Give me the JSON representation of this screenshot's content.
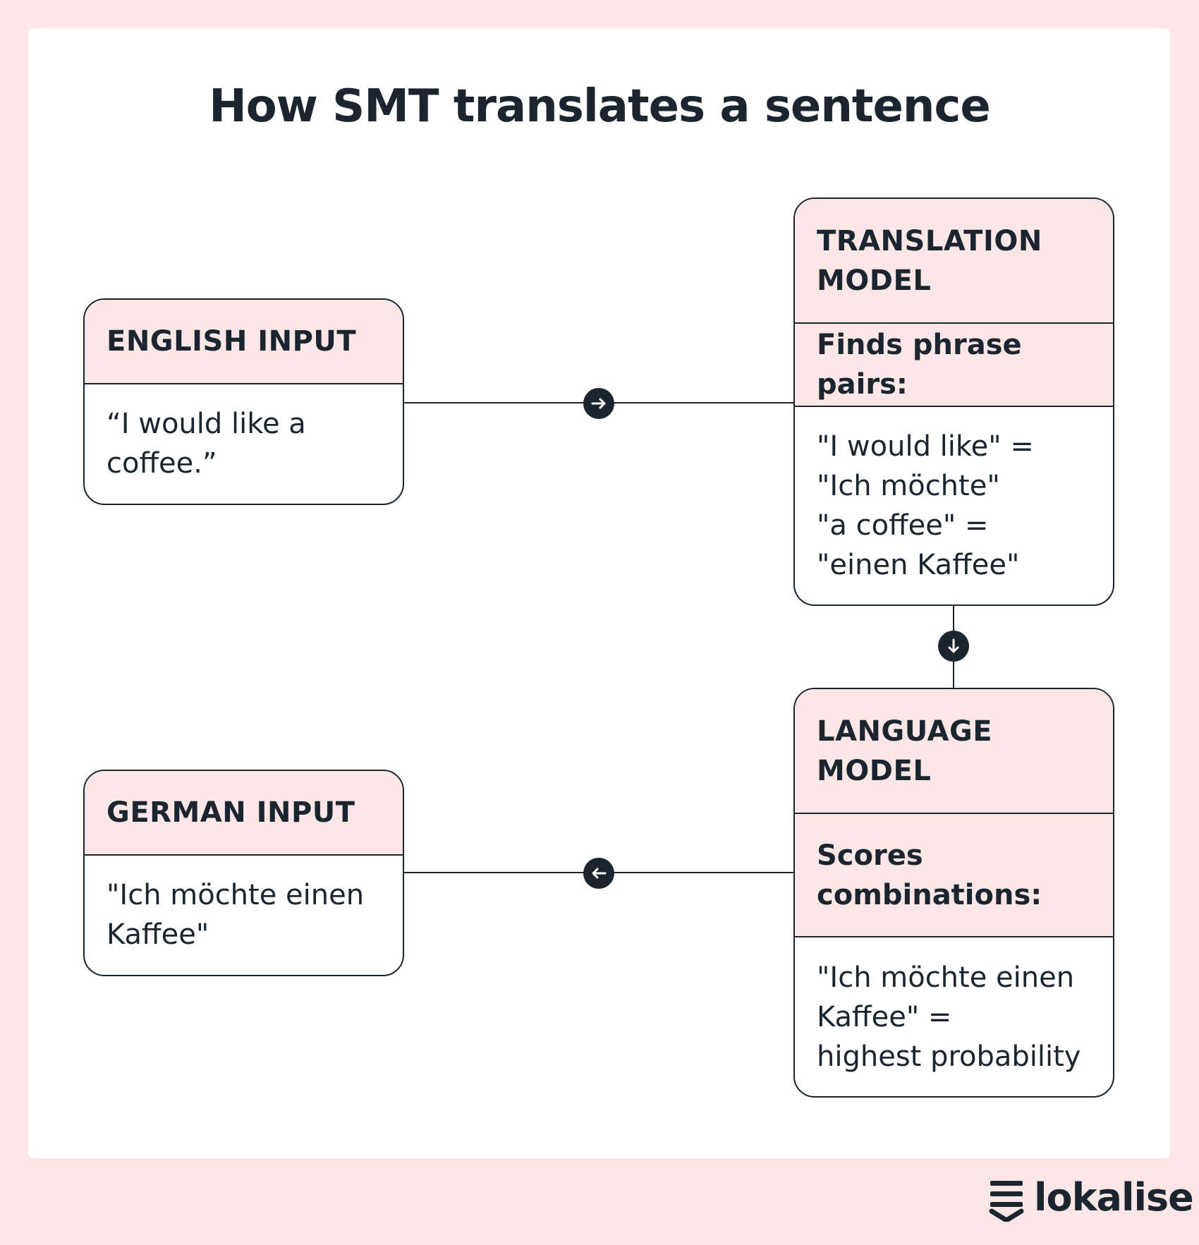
{
  "title": "How SMT translates a sentence",
  "english_input": {
    "heading": "ENGLISH INPUT",
    "line1": "“I would like a",
    "line2": "coffee.”"
  },
  "translation_model": {
    "heading_line1": "TRANSLATION",
    "heading_line2": "MODEL",
    "subheading": "Finds phrase pairs:",
    "lines": [
      "\"I would like\" =",
      "\"Ich möchte\"",
      "\"a coffee\" =",
      "\"einen Kaffee\""
    ]
  },
  "language_model": {
    "heading_line1": "LANGUAGE",
    "heading_line2": "MODEL",
    "subheading_line1": "Scores",
    "subheading_line2": "combinations:",
    "lines": [
      "\"Ich möchte einen",
      "Kaffee\" =",
      "highest probability"
    ]
  },
  "german_input": {
    "heading": "GERMAN INPUT",
    "line1": "\"Ich möchte einen",
    "line2": "Kaffee\""
  },
  "logo": {
    "wordmark": "lokalise"
  },
  "colors": {
    "background": "#fde6e6",
    "ink": "#1b2530",
    "card": "#ffffff"
  }
}
